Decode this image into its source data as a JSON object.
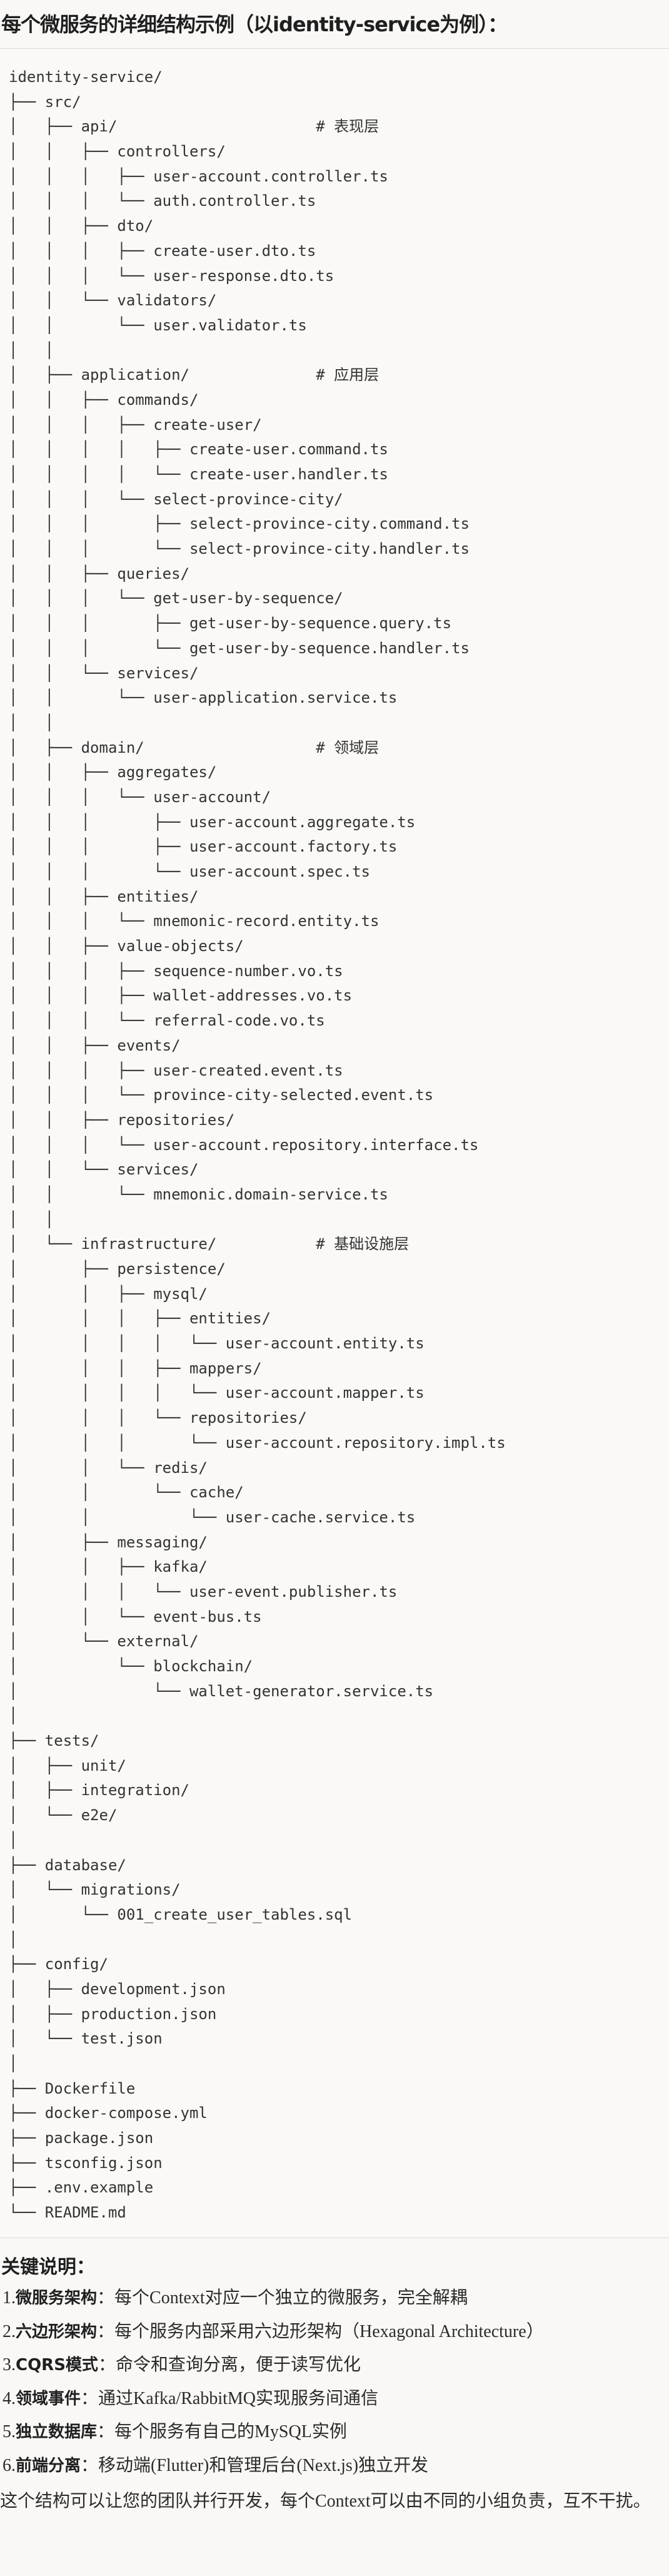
{
  "title": "每个微服务的详细结构示例（以identity-service为例）：",
  "tree_lines": [
    "identity-service/",
    "├── src/",
    "│   ├── api/                      # 表现层",
    "│   │   ├── controllers/",
    "│   │   │   ├── user-account.controller.ts",
    "│   │   │   └── auth.controller.ts",
    "│   │   ├── dto/",
    "│   │   │   ├── create-user.dto.ts",
    "│   │   │   └── user-response.dto.ts",
    "│   │   └── validators/",
    "│   │       └── user.validator.ts",
    "│   │",
    "│   ├── application/              # 应用层",
    "│   │   ├── commands/",
    "│   │   │   ├── create-user/",
    "│   │   │   │   ├── create-user.command.ts",
    "│   │   │   │   └── create-user.handler.ts",
    "│   │   │   └── select-province-city/",
    "│   │   │       ├── select-province-city.command.ts",
    "│   │   │       └── select-province-city.handler.ts",
    "│   │   ├── queries/",
    "│   │   │   └── get-user-by-sequence/",
    "│   │   │       ├── get-user-by-sequence.query.ts",
    "│   │   │       └── get-user-by-sequence.handler.ts",
    "│   │   └── services/",
    "│   │       └── user-application.service.ts",
    "│   │",
    "│   ├── domain/                   # 领域层",
    "│   │   ├── aggregates/",
    "│   │   │   └── user-account/",
    "│   │   │       ├── user-account.aggregate.ts",
    "│   │   │       ├── user-account.factory.ts",
    "│   │   │       └── user-account.spec.ts",
    "│   │   ├── entities/",
    "│   │   │   └── mnemonic-record.entity.ts",
    "│   │   ├── value-objects/",
    "│   │   │   ├── sequence-number.vo.ts",
    "│   │   │   ├── wallet-addresses.vo.ts",
    "│   │   │   └── referral-code.vo.ts",
    "│   │   ├── events/",
    "│   │   │   ├── user-created.event.ts",
    "│   │   │   └── province-city-selected.event.ts",
    "│   │   ├── repositories/",
    "│   │   │   └── user-account.repository.interface.ts",
    "│   │   └── services/",
    "│   │       └── mnemonic.domain-service.ts",
    "│   │",
    "│   └── infrastructure/           # 基础设施层",
    "│       ├── persistence/",
    "│       │   ├── mysql/",
    "│       │   │   ├── entities/",
    "│       │   │   │   └── user-account.entity.ts",
    "│       │   │   ├── mappers/",
    "│       │   │   │   └── user-account.mapper.ts",
    "│       │   │   └── repositories/",
    "│       │   │       └── user-account.repository.impl.ts",
    "│       │   └── redis/",
    "│       │       └── cache/",
    "│       │           └── user-cache.service.ts",
    "│       ├── messaging/",
    "│       │   ├── kafka/",
    "│       │   │   └── user-event.publisher.ts",
    "│       │   └── event-bus.ts",
    "│       └── external/",
    "│           └── blockchain/",
    "│               └── wallet-generator.service.ts",
    "│",
    "├── tests/",
    "│   ├── unit/",
    "│   ├── integration/",
    "│   └── e2e/",
    "│",
    "├── database/",
    "│   └── migrations/",
    "│       └── 001_create_user_tables.sql",
    "│",
    "├── config/",
    "│   ├── development.json",
    "│   ├── production.json",
    "│   └── test.json",
    "│",
    "├── Dockerfile",
    "├── docker-compose.yml",
    "├── package.json",
    "├── tsconfig.json",
    "├── .env.example",
    "└── README.md"
  ],
  "notes": {
    "heading": "关键说明：",
    "items": [
      {
        "num": "1.",
        "term": "微服务架构",
        "sep": "：",
        "text": "每个Context对应一个独立的微服务，完全解耦"
      },
      {
        "num": "2.",
        "term": "六边形架构",
        "sep": "：",
        "text": "每个服务内部采用六边形架构（Hexagonal Architecture）"
      },
      {
        "num": "3.",
        "term": "CQRS模式",
        "sep": "：",
        "text": "命令和查询分离，便于读写优化"
      },
      {
        "num": "4.",
        "term": "领域事件",
        "sep": "：",
        "text": "通过Kafka/RabbitMQ实现服务间通信"
      },
      {
        "num": "5.",
        "term": "独立数据库",
        "sep": "：",
        "text": "每个服务有自己的MySQL实例"
      },
      {
        "num": "6.",
        "term": "前端分离",
        "sep": "：",
        "text": "移动端(Flutter)和管理后台(Next.js)独立开发"
      }
    ]
  },
  "summary": "这个结构可以让您的团队并行开发，每个Context可以由不同的小组负责，互不干扰。"
}
